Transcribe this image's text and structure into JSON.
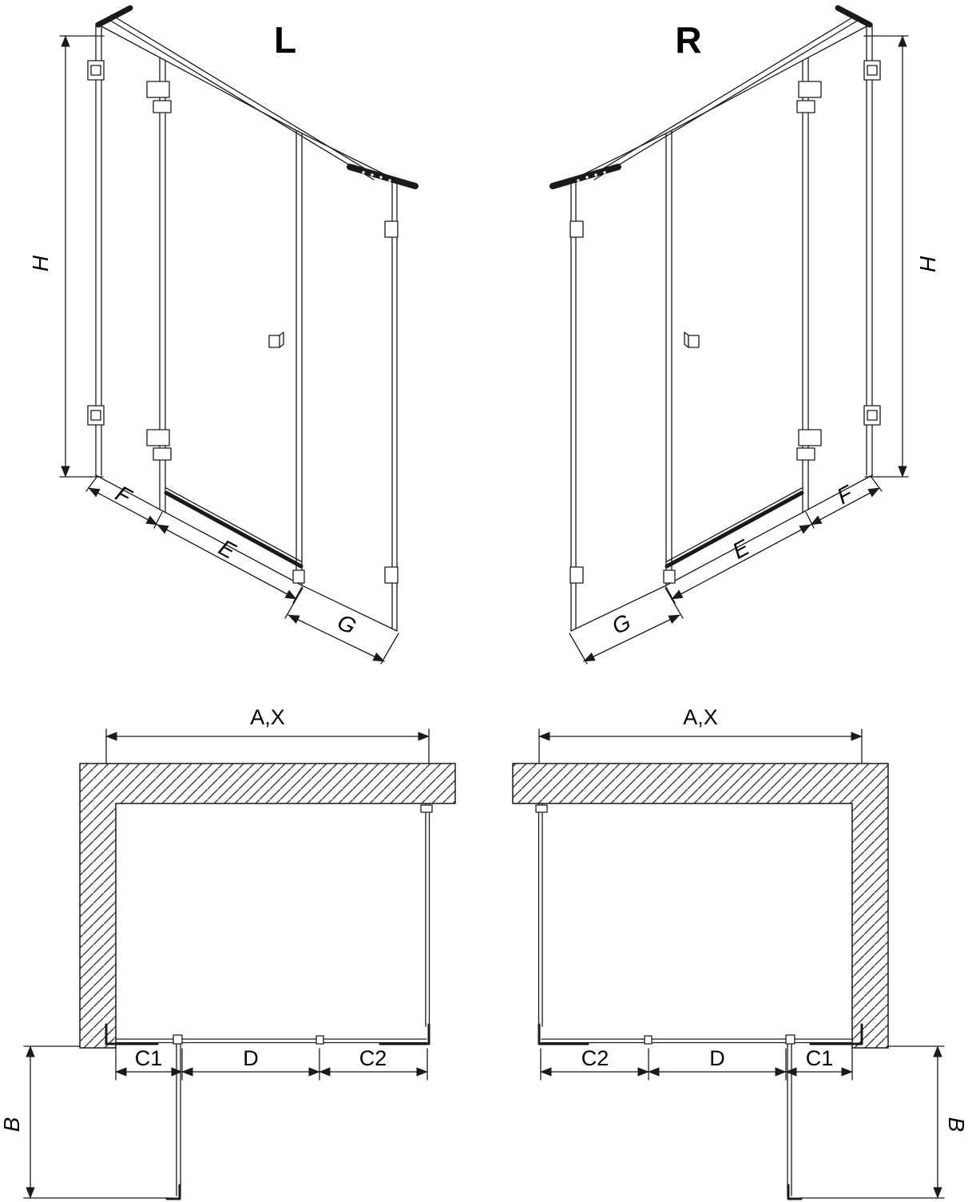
{
  "diagram": {
    "title_left": "L",
    "title_right": "R",
    "iso_left": {
      "height": "H",
      "fixed_panel": "F",
      "door": "E",
      "side_panel": "G"
    },
    "iso_right": {
      "height": "H",
      "fixed_panel": "F",
      "door": "E",
      "side_panel": "G"
    },
    "plan_left": {
      "width": "A,X",
      "c1": "C1",
      "d": "D",
      "c2": "C2",
      "b": "B"
    },
    "plan_right": {
      "width": "A,X",
      "c1": "C1",
      "d": "D",
      "c2": "C2",
      "b": "B"
    }
  },
  "colors": {
    "line": "#1a1a1a",
    "background": "#ffffff"
  }
}
